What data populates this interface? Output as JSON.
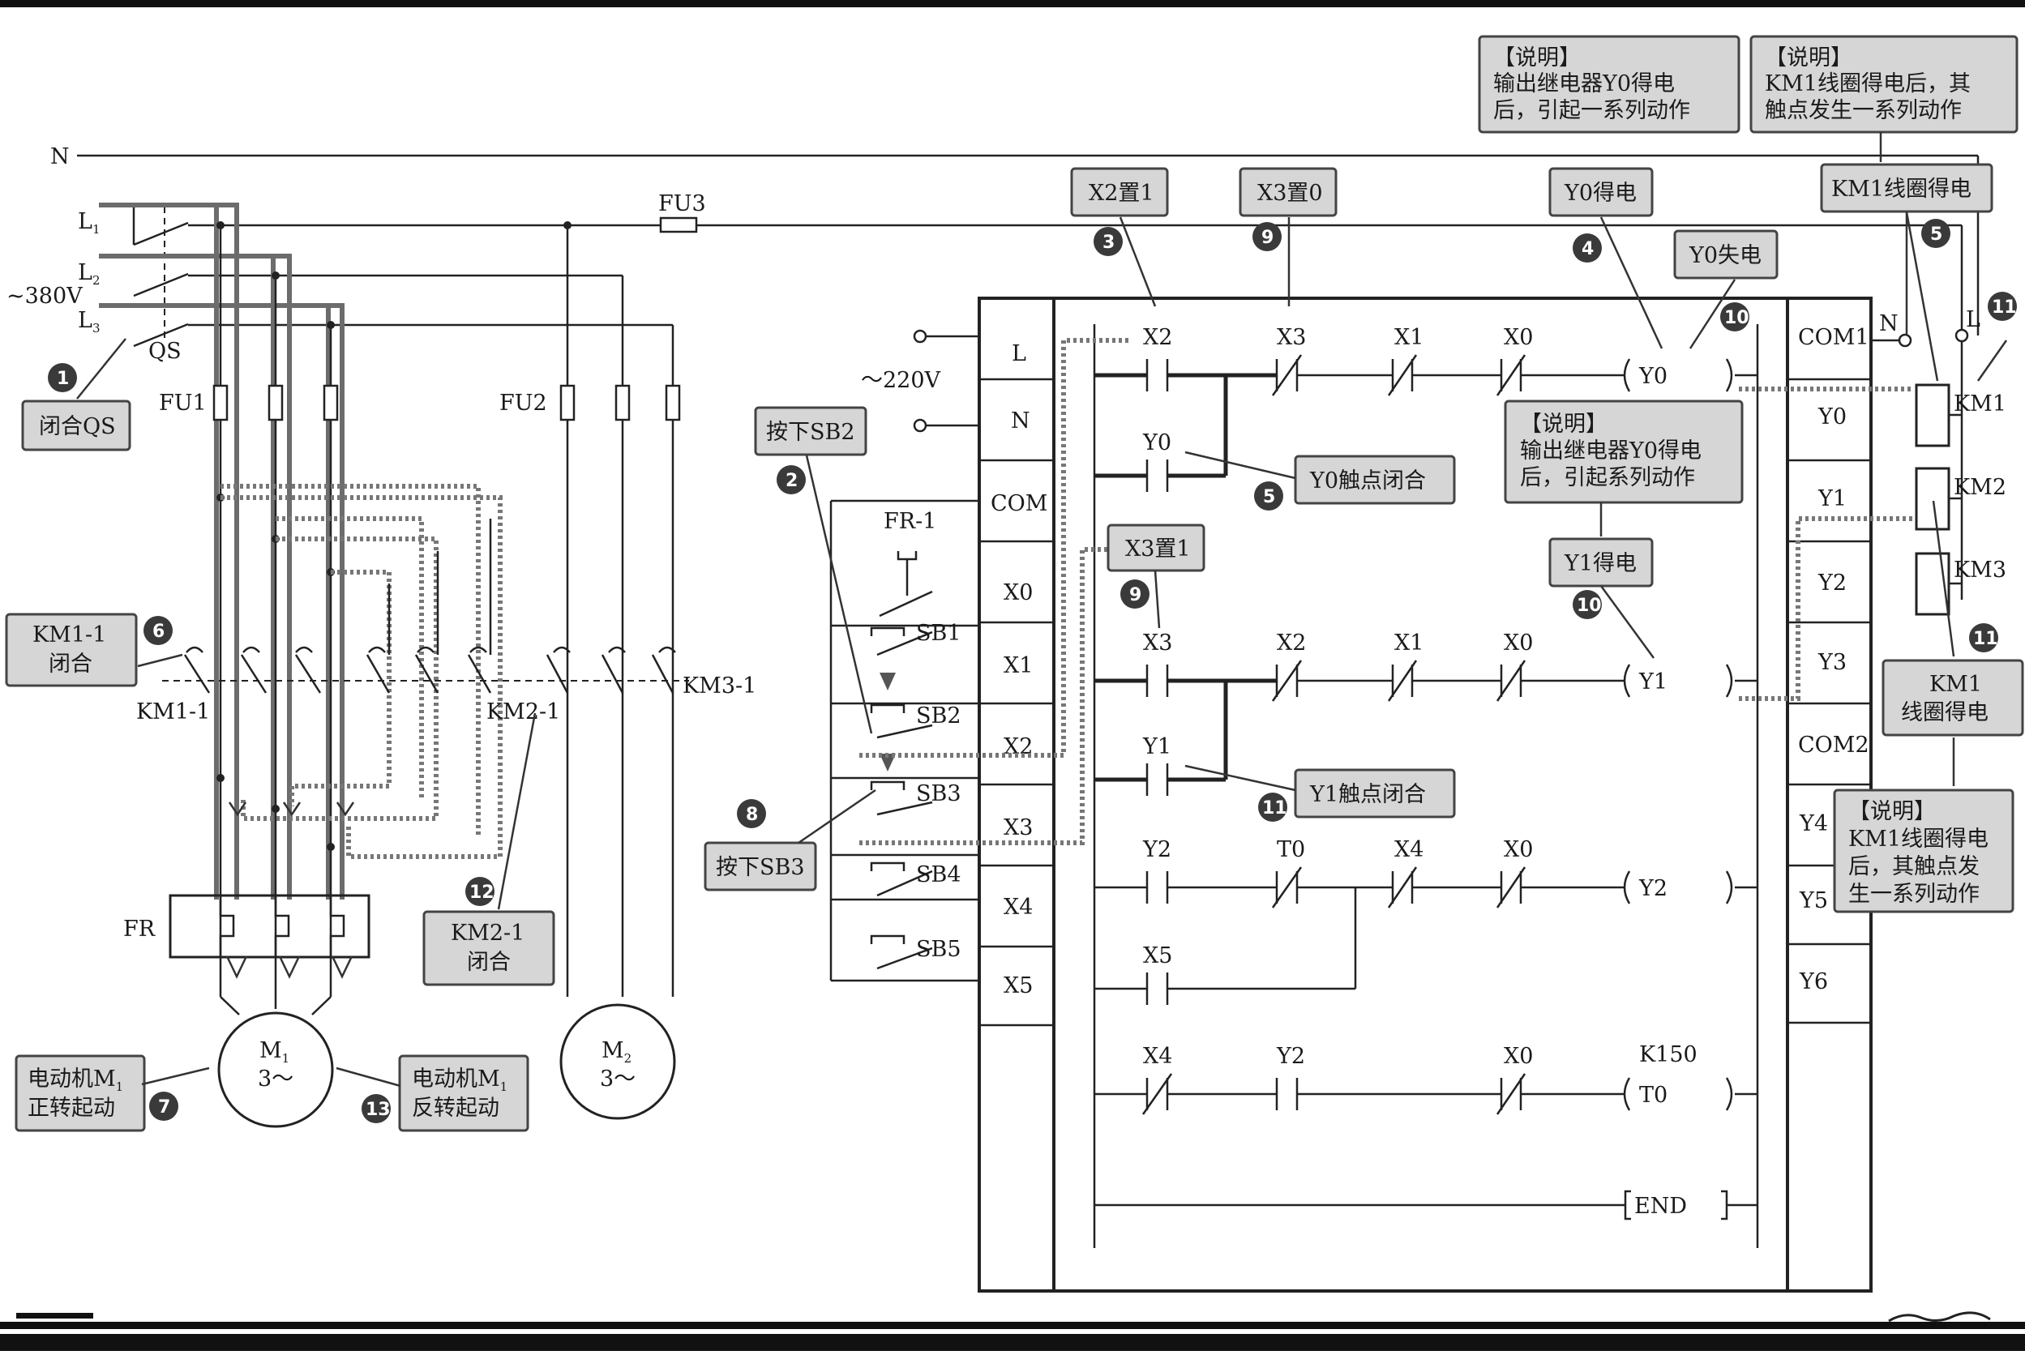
{
  "power": {
    "n": "N",
    "l1": "L",
    "l2": "L",
    "l3": "L",
    "sub1": "1",
    "sub2": "2",
    "sub3": "3",
    "v380": "~380V",
    "qs": "QS",
    "fu1": "FU1",
    "fu2": "FU2",
    "fu3": "FU3",
    "km1_1": "KM1-1",
    "km2_1": "KM2-1",
    "km3_1": "KM3-1",
    "fr": "FR",
    "m1": "M",
    "m1_sub": "1",
    "m1_phase": "3～",
    "m2": "M",
    "m2_sub": "2",
    "m2_phase": "3～"
  },
  "plc": {
    "v220": "～220V",
    "inputs": [
      "L",
      "N",
      "COM",
      "X0",
      "X1",
      "X2",
      "X3",
      "X4",
      "X5"
    ],
    "outputs": [
      "COM1",
      "Y0",
      "Y1",
      "Y2",
      "Y3",
      "COM2",
      "Y4",
      "Y5",
      "Y6"
    ],
    "switches": [
      "FR-1",
      "SB1",
      "SB2",
      "SB3",
      "SB4",
      "SB5"
    ],
    "coil_n": "N",
    "coil_l": "L",
    "coils": [
      "KM1",
      "KM2",
      "KM3"
    ]
  },
  "ladder": {
    "r1": [
      "X2",
      "X3",
      "X1",
      "X0",
      "Y0"
    ],
    "r1b": "Y0",
    "r2": [
      "X3",
      "X2",
      "X1",
      "X0",
      "Y1"
    ],
    "r2b": "Y1",
    "r3": [
      "Y2",
      "T0",
      "X4",
      "X0",
      "Y2"
    ],
    "r3b": "X5",
    "r4": [
      "X4",
      "Y2",
      "X0",
      "T0"
    ],
    "k": "K150",
    "end": "END"
  },
  "notes": {
    "close_qs": "闭合QS",
    "press_sb2": "按下SB2",
    "press_sb3": "按下SB3",
    "x2_set": "X2置1",
    "x3_reset": "X3置0",
    "x3_set": "X3置1",
    "y0_on": "Y0得电",
    "y0_off": "Y0失电",
    "y1_on": "Y1得电",
    "y0_contact": "Y0触点闭合",
    "y1_contact": "Y1触点闭合",
    "km1_coil": "KM1线圈得电",
    "km1_coil_a": "KM1",
    "km1_coil_b": "线圈得电",
    "km1_1_close_a": "KM1-1",
    "km1_1_close_b": "闭合",
    "km2_1_close_a": "KM2-1",
    "km2_1_close_b": "闭合",
    "m1_fwd_a": "电动机M",
    "m1_fwd_b": "正转起动",
    "m1_rev_a": "电动机M",
    "m1_rev_b": "反转起动",
    "expl_title": "【说明】",
    "expl1_a": "输出继电器Y0得电",
    "expl1_b": "后，引起一系列动作",
    "expl2_a": "KM1线圈得电后，其",
    "expl2_b": "触点发生一系列动作",
    "expl3_a": "输出继电器Y0得电",
    "expl3_b": "后，引起系列动作",
    "expl4_a": "KM1线圈得电",
    "expl4_b": "后，其触点发",
    "expl4_c": "生一系列动作"
  },
  "steps": [
    "1",
    "2",
    "3",
    "4",
    "5",
    "6",
    "7",
    "8",
    "9",
    "10",
    "11",
    "12",
    "13"
  ]
}
